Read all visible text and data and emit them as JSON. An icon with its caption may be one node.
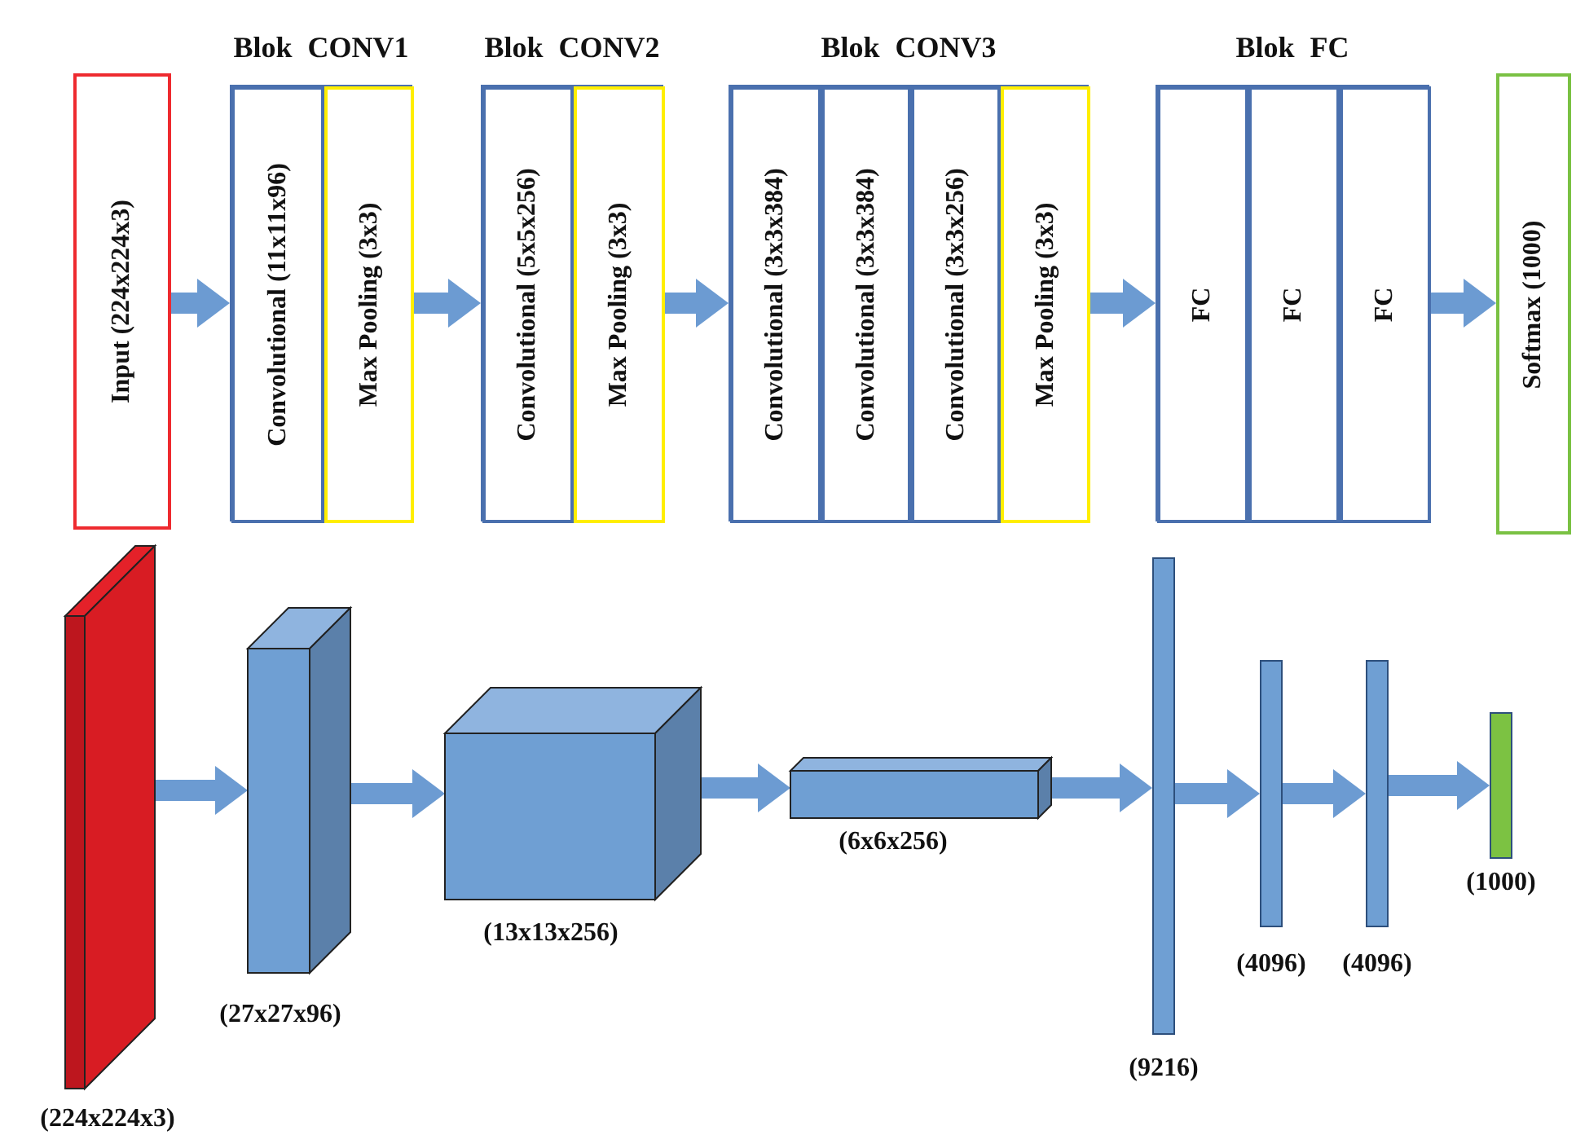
{
  "diagram": {
    "nodes": [
      {
        "text": [
          "Input (224x224x3)"
        ]
      },
      {
        "text": [
          "Blok CONV1"
        ]
      },
      {
        "text": [
          "Convolutional (11x11x96)"
        ],
        "in": 1
      },
      {
        "text": [
          "Max Pooling (3x3)"
        ],
        "in": 1
      },
      {
        "text": [
          "Blok CONV2"
        ]
      },
      {
        "text": [
          "Convolutional (5x5x256)"
        ],
        "in": 4
      },
      {
        "text": [
          "Max Pooling (3x3)"
        ],
        "in": 4
      },
      {
        "text": [
          "Blok CONV3"
        ]
      },
      {
        "text": [
          "Convolutional (3x3x384)"
        ],
        "in": 7
      },
      {
        "text": [
          "Convolutional (3x3x384)"
        ],
        "in": 7
      },
      {
        "text": [
          "Convolutional (3x3x256)"
        ],
        "in": 7
      },
      {
        "text": [
          "Max Pooling (3x3)"
        ],
        "in": 7
      },
      {
        "text": [
          "Blok FC"
        ]
      },
      {
        "text": [
          "FC"
        ],
        "in": 12
      },
      {
        "text": [
          "FC"
        ],
        "in": 12
      },
      {
        "text": [
          "FC"
        ],
        "in": 12
      },
      {
        "text": [
          "Softmax (1000)"
        ]
      },
      {
        "text": [],
        "shape": "box",
        "beside": [
          "(224x224x3)"
        ]
      },
      {
        "text": [],
        "shape": "box",
        "beside": [
          "(27x27x96)"
        ]
      },
      {
        "text": [],
        "shape": "box",
        "beside": [
          "(13x13x256)"
        ]
      },
      {
        "text": [],
        "shape": "box",
        "beside": [
          "(6x6x256)"
        ]
      },
      {
        "text": [],
        "shape": "bar",
        "beside": [
          "(9216)"
        ]
      },
      {
        "text": [],
        "shape": "bar",
        "beside": [
          "(4096)"
        ]
      },
      {
        "text": [],
        "shape": "bar",
        "beside": [
          "(4096)"
        ]
      },
      {
        "text": [],
        "shape": "bar",
        "beside": [
          "(1000)"
        ]
      }
    ],
    "edges": [
      {
        "from": 0,
        "to": 1,
        "arrow": "to"
      },
      {
        "from": 1,
        "to": 4,
        "arrow": "to"
      },
      {
        "from": 4,
        "to": 7,
        "arrow": "to"
      },
      {
        "from": 7,
        "to": 12,
        "arrow": "to"
      },
      {
        "from": 12,
        "to": 16,
        "arrow": "to"
      },
      {
        "from": 17,
        "to": 18,
        "arrow": "to"
      },
      {
        "from": 18,
        "to": 19,
        "arrow": "to"
      },
      {
        "from": 19,
        "to": 20,
        "arrow": "to"
      },
      {
        "from": 20,
        "to": 21,
        "arrow": "to"
      },
      {
        "from": 21,
        "to": 22,
        "arrow": "to"
      },
      {
        "from": 22,
        "to": 23,
        "arrow": "to"
      },
      {
        "from": 23,
        "to": 24,
        "arrow": "to"
      }
    ]
  }
}
